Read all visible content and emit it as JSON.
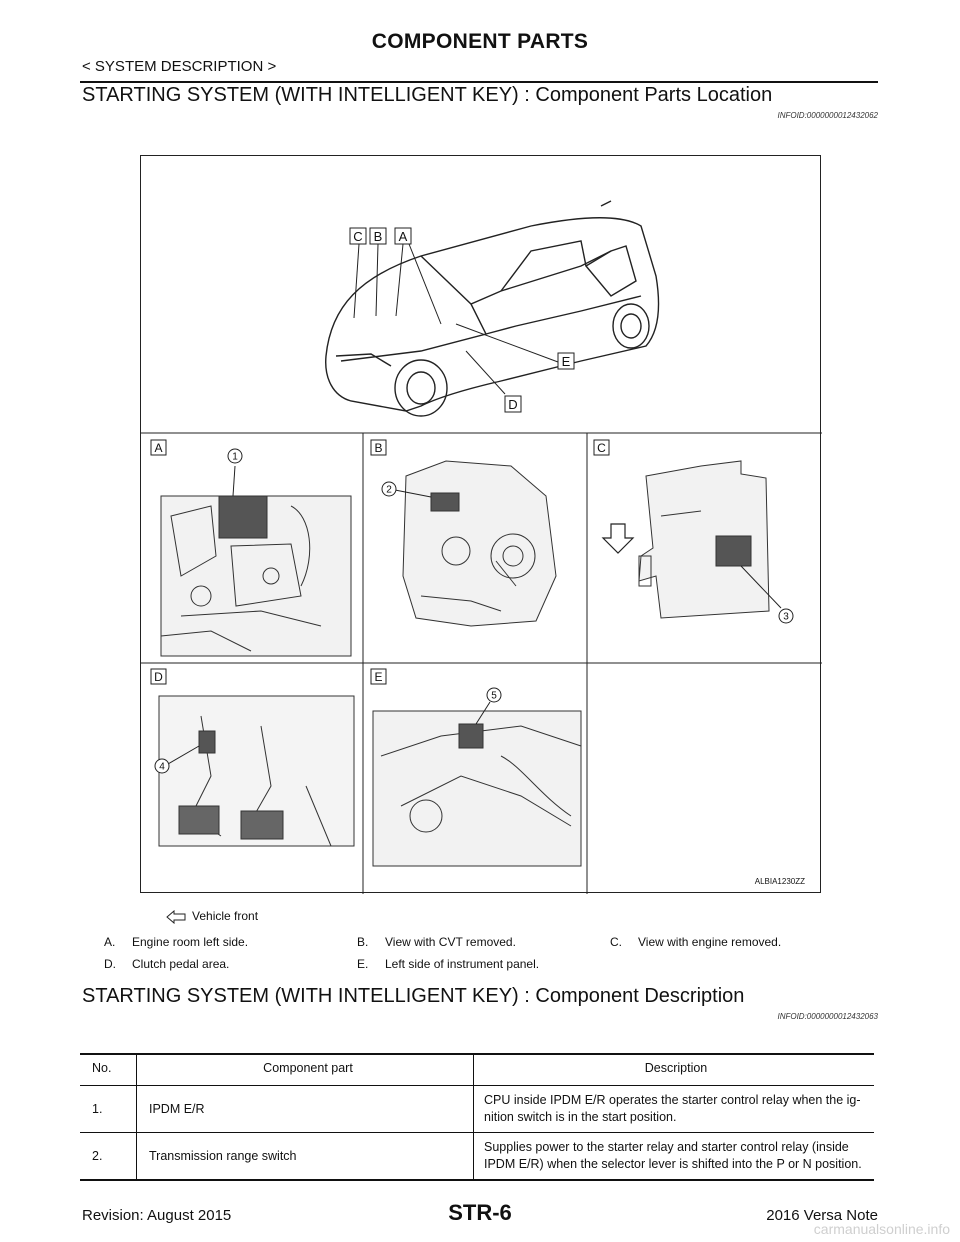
{
  "header": {
    "title": "COMPONENT PARTS",
    "breadcrumb": "< SYSTEM DESCRIPTION >"
  },
  "section1": {
    "title": "STARTING SYSTEM (WITH INTELLIGENT KEY) : Component Parts Location",
    "infoid": "INFOID:0000000012432062"
  },
  "figure": {
    "car_callouts": [
      "C",
      "B",
      "A",
      "E",
      "D"
    ],
    "panel_letters": [
      "A",
      "B",
      "C",
      "D",
      "E"
    ],
    "callout_numbers": [
      "1",
      "2",
      "3",
      "4",
      "5"
    ],
    "figure_code": "ALBIA1230ZZ"
  },
  "legend": {
    "arrow_text": "Vehicle front",
    "items": [
      {
        "key": "A.",
        "text": "Engine room left side."
      },
      {
        "key": "B.",
        "text": "View with CVT removed."
      },
      {
        "key": "C.",
        "text": "View with engine removed."
      },
      {
        "key": "D.",
        "text": "Clutch pedal area."
      },
      {
        "key": "E.",
        "text": "Left side of instrument panel."
      }
    ]
  },
  "section2": {
    "title": "STARTING SYSTEM (WITH INTELLIGENT KEY) : Component  Description",
    "infoid": "INFOID:0000000012432063"
  },
  "table": {
    "headers": [
      "No.",
      "Component part",
      "Description"
    ],
    "rows": [
      {
        "no": "1.",
        "part": "IPDM E/R",
        "desc1": "CPU inside IPDM E/R operates the starter control relay when the ig-",
        "desc2": "nition switch is in the start position."
      },
      {
        "no": "2.",
        "part": "Transmission range switch",
        "desc1": "Supplies power to the starter relay and starter control relay (inside",
        "desc2": "IPDM E/R) when the selector lever is shifted into the P or N position."
      }
    ]
  },
  "footer": {
    "revision": "Revision: August 2015",
    "page": "STR-6",
    "model": "2016 Versa Note",
    "watermark": "carmanualsonline.info"
  }
}
